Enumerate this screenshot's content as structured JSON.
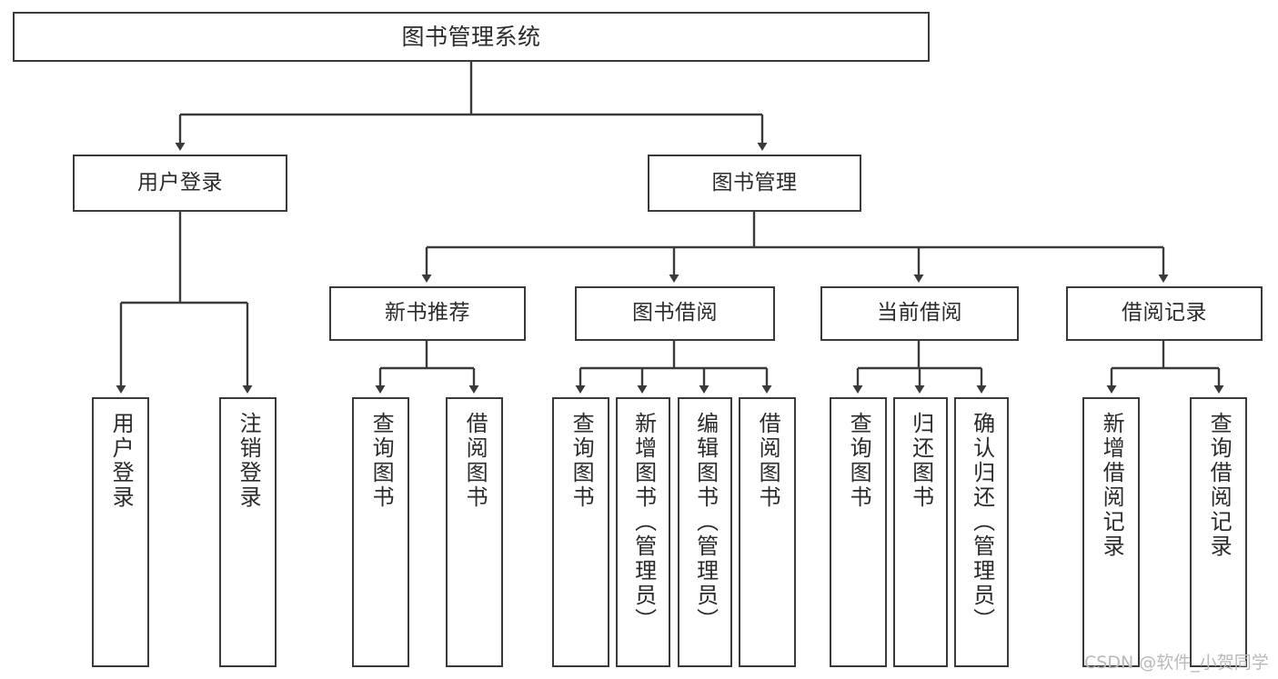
{
  "diagram": {
    "type": "tree-hierarchy",
    "title": "图书管理系统",
    "watermark": "CSDN @软件_小贺同学",
    "colors": {
      "box_border": "#3a3a3a",
      "box_fill": "#ffffff",
      "text": "#2b2b2b",
      "connector": "#3a3a3a",
      "watermark": "#b9b9b9",
      "background": "#ffffff"
    },
    "nodes": {
      "root": {
        "label": "图书管理系统"
      },
      "level2": [
        {
          "label": "用户登录"
        },
        {
          "label": "图书管理"
        }
      ],
      "level3": [
        {
          "label": "新书推荐"
        },
        {
          "label": "图书借阅"
        },
        {
          "label": "当前借阅"
        },
        {
          "label": "借阅记录"
        }
      ],
      "leaves": {
        "user_login": [
          {
            "label": "用户登录"
          },
          {
            "label": "注销登录"
          }
        ],
        "new_book": [
          {
            "label": "查询图书"
          },
          {
            "label": "借阅图书"
          }
        ],
        "book_borrow": [
          {
            "label": "查询图书"
          },
          {
            "label": "新增图书（管理员）"
          },
          {
            "label": "编辑图书（管理员）"
          },
          {
            "label": "借阅图书"
          }
        ],
        "current_borrow": [
          {
            "label": "查询图书"
          },
          {
            "label": "归还图书"
          },
          {
            "label": "确认归还（管理员）"
          }
        ],
        "borrow_record": [
          {
            "label": "新增借阅记录"
          },
          {
            "label": "查询借阅记录"
          }
        ]
      }
    }
  }
}
